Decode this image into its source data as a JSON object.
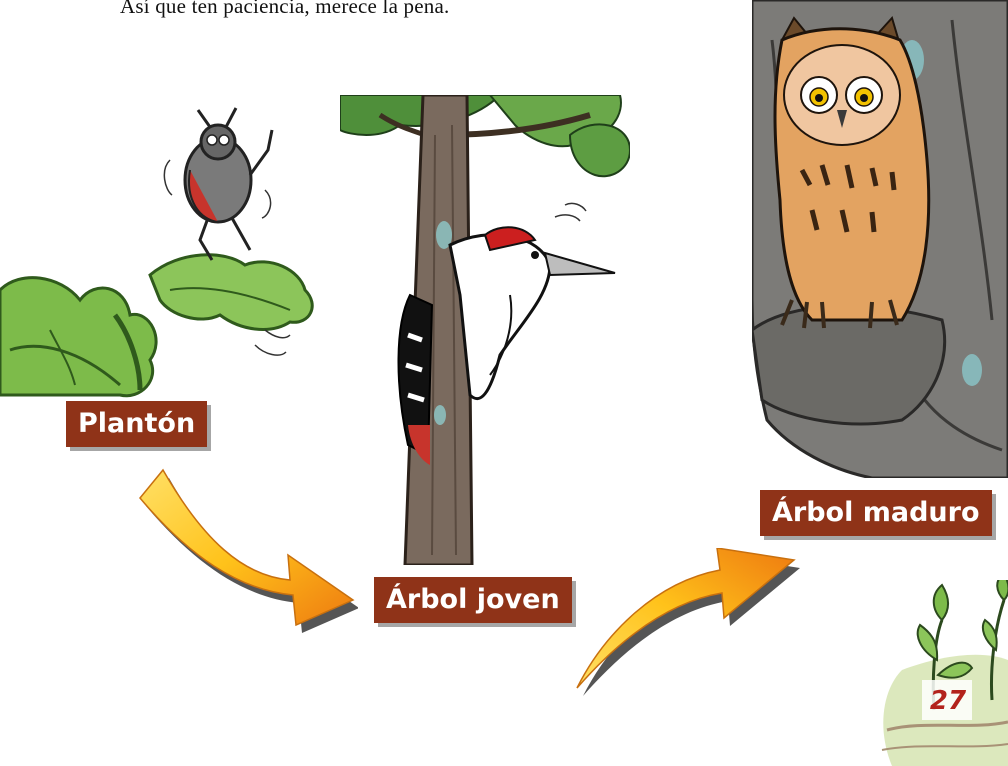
{
  "page": {
    "intro_text": "Así que ten paciencia, merece la pena.",
    "page_number": "27"
  },
  "stages": [
    {
      "label": "Plantón"
    },
    {
      "label": "Árbol joven"
    },
    {
      "label": "Árbol maduro"
    }
  ],
  "illustrations": {
    "seedling_scene": "beetle-on-oak-leaves",
    "young_tree_scene": "woodpecker-on-trunk",
    "mature_tree_scene": "owl-in-tree-hollow",
    "corner_decoration": "seedling-sprout"
  },
  "colors": {
    "label_background": "#8f3318",
    "label_text": "#ffffff",
    "arrow_gold": "#ffcc22",
    "arrow_orange": "#ee7a10",
    "page_number": "#b3231c"
  }
}
